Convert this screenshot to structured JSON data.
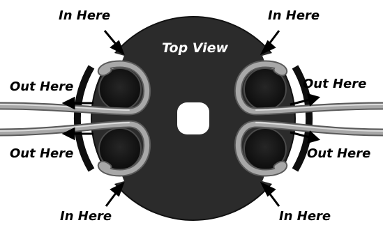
{
  "title": "Top View",
  "labels": {
    "in_top_left": "In Here",
    "in_top_right": "In Here",
    "out_left_upper": "Out Here",
    "out_right_upper": "Out Here",
    "out_left_lower": "Out Here",
    "out_right_lower": "Out Here",
    "in_bottom_left": "In Here",
    "in_bottom_right": "In Here"
  },
  "colors": {
    "body": "#2b2b2b",
    "body_edge": "#111111",
    "pocket": "#1a1a1a",
    "tube": "#a0a0a0",
    "tube_highlight": "#d6d6d6",
    "text_dark": "#000000",
    "text_light": "#ffffff",
    "background": "#ffffff"
  }
}
